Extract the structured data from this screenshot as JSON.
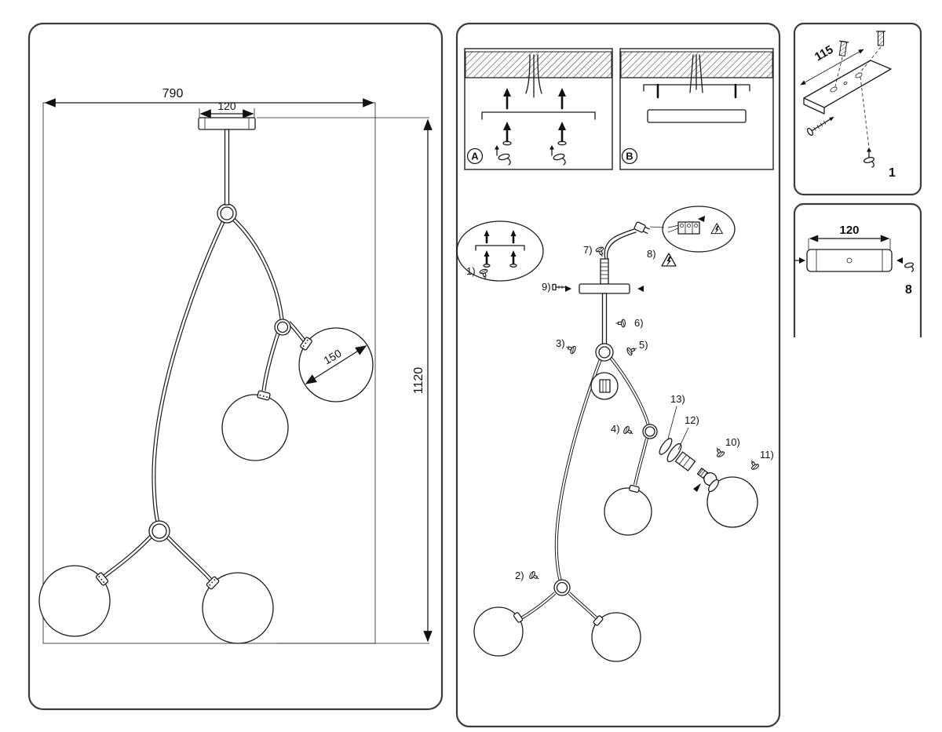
{
  "colors": {
    "ink": "#1b1b1b",
    "frame": "#3c3c3c",
    "background": "#ffffff"
  },
  "left_panel": {
    "dim_overall_width": "790",
    "dim_canopy_width": "120",
    "dim_globe_diameter": "150",
    "dim_overall_height": "1120"
  },
  "middle_panel": {
    "mount_a_label": "A",
    "mount_b_label": "B",
    "steps": [
      "1)",
      "2)",
      "3)",
      "4)",
      "5)",
      "6)",
      "7)",
      "8)",
      "9)",
      "10)",
      "11)",
      "12)",
      "13)"
    ]
  },
  "right_top_panel": {
    "dim_length": "115",
    "quantity": "1"
  },
  "right_bottom_panel": {
    "dim_length": "120",
    "quantity": "8"
  }
}
